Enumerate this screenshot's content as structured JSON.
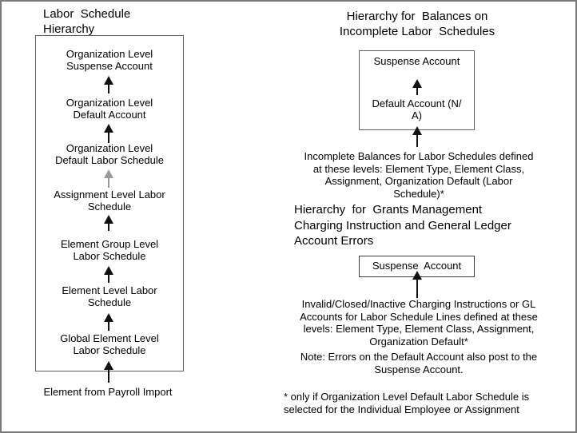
{
  "colors": {
    "text": "#000000",
    "frame_border": "#7a7a7a",
    "box_border": "#5f5f5f",
    "arrow_default": "#111111",
    "arrow_muted": "#9b9b9b"
  },
  "left_panel": {
    "title": "Labor  Schedule\nHierarchy",
    "levels": [
      "Organization Level\nSuspense Account",
      "Organization Level\nDefault Account",
      "Organization Level\nDefault Labor Schedule",
      "Assignment Level Labor\nSchedule",
      "Element Group Level\nLabor Schedule",
      "Element Level Labor\nSchedule",
      "Global Element Level\nLabor Schedule"
    ],
    "source_label": "Element from Payroll Import"
  },
  "right_panel": {
    "balances": {
      "title": "Hierarchy for  Balances on\nIncomplete Labor  Schedules",
      "suspense_label": "Suspense Account",
      "default_label": "Default Account (N/\nA)",
      "description": "Incomplete Balances for Labor Schedules\ndefined at these levels: Element Type,\nElement Class, Assignment, Organization\nDefault (Labor Schedule)*"
    },
    "errors": {
      "title": "Hierarchy  for  Grants Management\nCharging Instruction and General Ledger\nAccount Errors",
      "suspense_label": "Suspense  Account",
      "description": "Invalid/Closed/Inactive Charging Instructions or\nGL Accounts for Labor Schedule Lines defined at\nthese levels: Element Type, Element Class,\nAssignment, Organization Default*",
      "note": "Note: Errors on the Default Account also post to\nthe Suspense Account."
    },
    "footnote": "* only if Organization Level Default Labor Schedule is\nselected for the Individual Employee or Assignment"
  }
}
